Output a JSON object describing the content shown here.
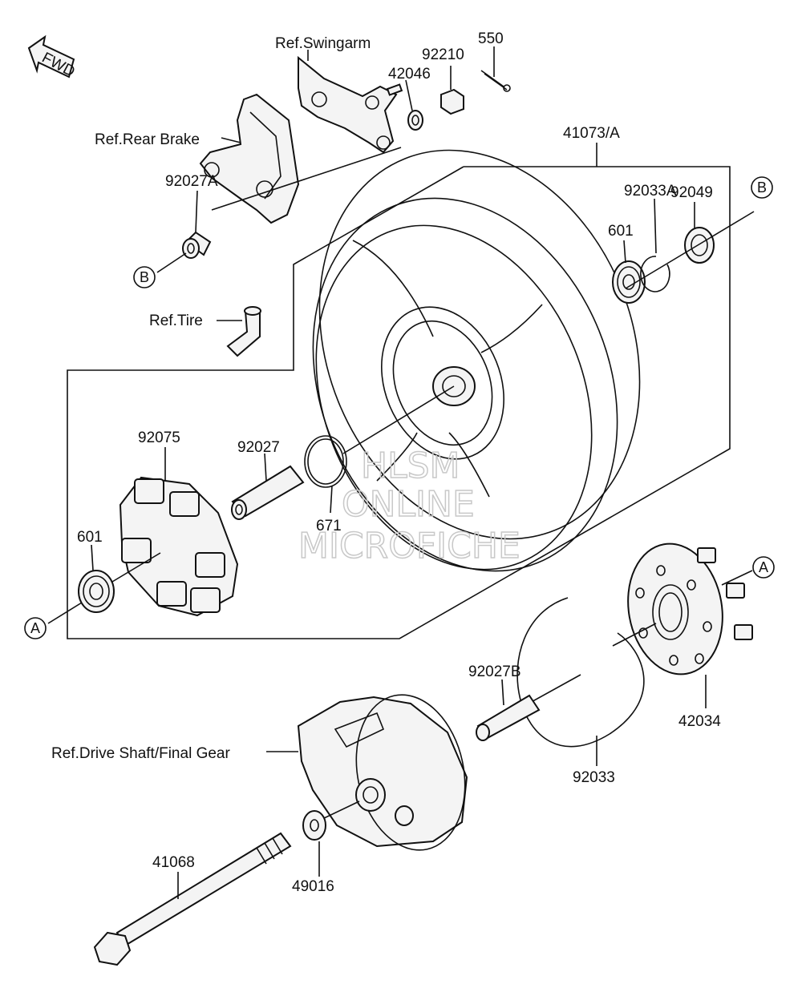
{
  "direction_tag": "FWD",
  "watermark": {
    "line1": "HLSM",
    "line2": "ONLINE",
    "line3": "MICROFICHE"
  },
  "connectors": {
    "a": "A",
    "b": "B"
  },
  "refs": {
    "swingarm": "Ref.Swingarm",
    "rear_brake": "Ref.Rear Brake",
    "tire": "Ref.Tire",
    "drive_shaft": "Ref.Drive Shaft/Final Gear"
  },
  "parts": {
    "p550": "550",
    "p92210": "92210",
    "p42046": "42046",
    "p41073a": "41073/A",
    "p92049": "92049",
    "p92033a": "92033A",
    "p601_top": "601",
    "p92027a": "92027A",
    "p92075": "92075",
    "p92027": "92027",
    "p671": "671",
    "p601_left": "601",
    "p92027b": "92027B",
    "p92033": "92033",
    "p42034": "42034",
    "p41068": "41068",
    "p49016": "49016"
  }
}
